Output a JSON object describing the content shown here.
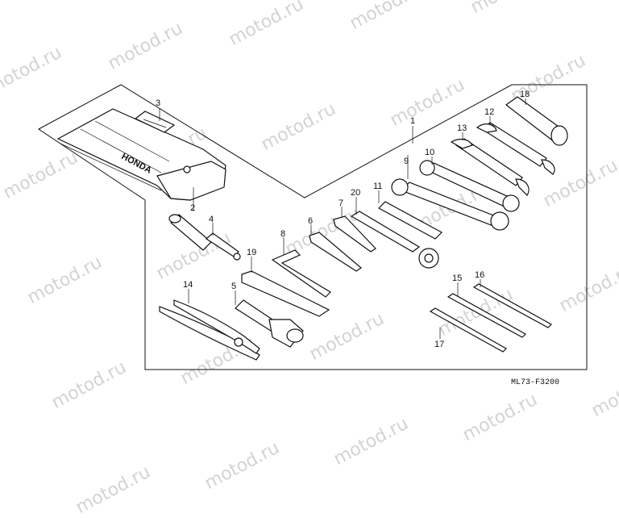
{
  "watermark_text": "motod.ru",
  "figure_code": "ML73-F3200",
  "parts": [
    {
      "id": "p1",
      "label": "1"
    },
    {
      "id": "p2",
      "label": "2"
    },
    {
      "id": "p3",
      "label": "3"
    },
    {
      "id": "p4",
      "label": "4"
    },
    {
      "id": "p5",
      "label": "5"
    },
    {
      "id": "p6",
      "label": "6"
    },
    {
      "id": "p7",
      "label": "7"
    },
    {
      "id": "p8",
      "label": "8"
    },
    {
      "id": "p9",
      "label": "9"
    },
    {
      "id": "p10",
      "label": "10"
    },
    {
      "id": "p11",
      "label": "11"
    },
    {
      "id": "p12",
      "label": "12"
    },
    {
      "id": "p13",
      "label": "13"
    },
    {
      "id": "p14",
      "label": "14"
    },
    {
      "id": "p15",
      "label": "15"
    },
    {
      "id": "p16",
      "label": "16"
    },
    {
      "id": "p17",
      "label": "17"
    },
    {
      "id": "p18",
      "label": "18"
    },
    {
      "id": "p19",
      "label": "19"
    },
    {
      "id": "p20",
      "label": "20"
    }
  ],
  "bag_logo": "HONDA"
}
